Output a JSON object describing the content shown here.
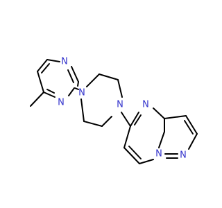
{
  "molecule": {
    "atoms": {
      "n_pyr1": "N",
      "n_pyr3": "N",
      "n_pip1": "N",
      "n_pip4": "N",
      "n_pp4": "N",
      "n_pp_bridge": "N",
      "n_pp1": "N"
    }
  }
}
